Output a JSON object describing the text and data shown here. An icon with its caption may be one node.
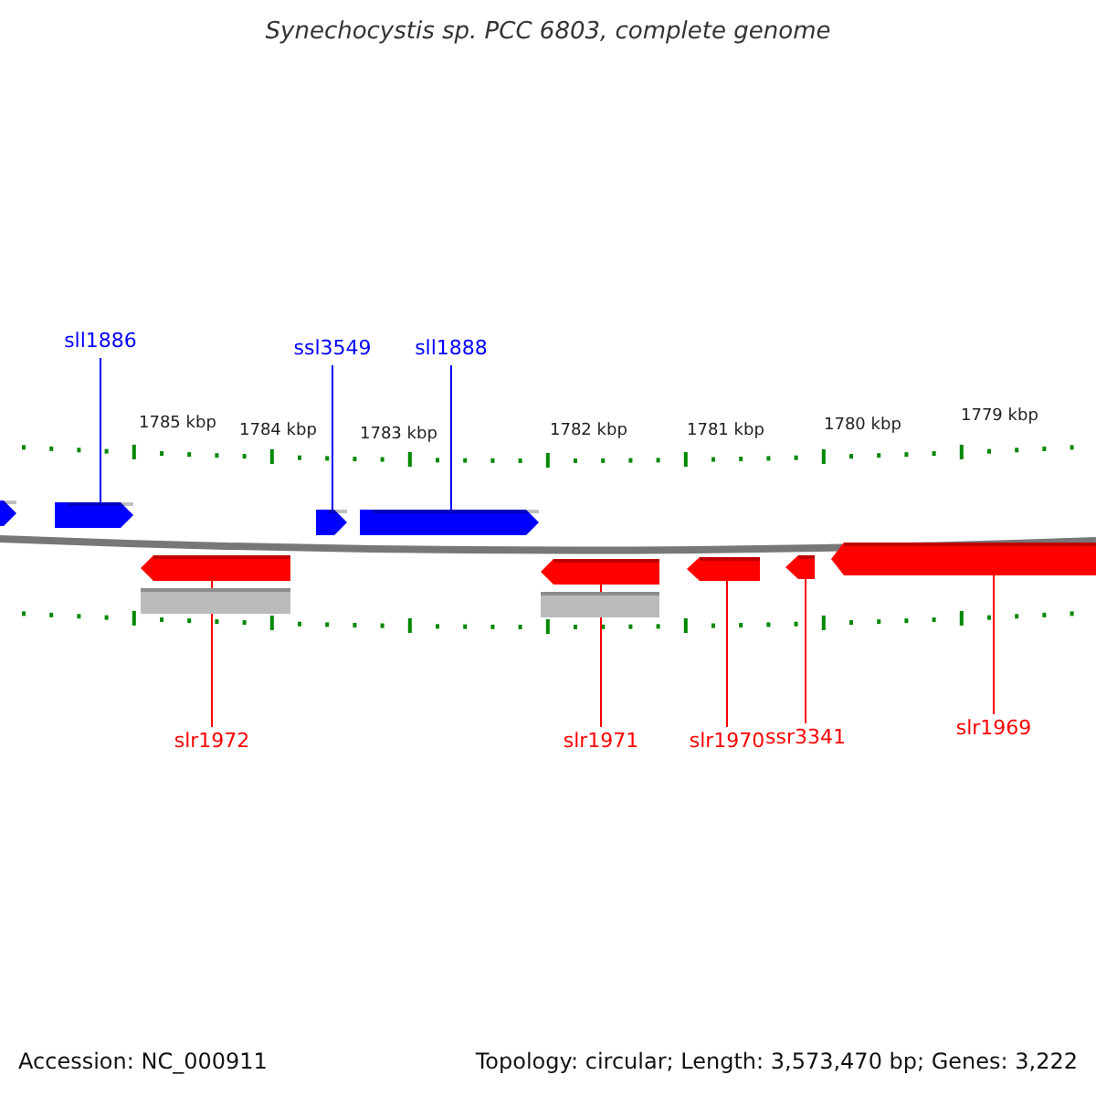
{
  "diagram": {
    "title": "Synechocystis sp. PCC 6803, complete genome",
    "nodes": [
      {
        "text": [
          "sll1886"
        ]
      },
      {
        "text": [
          "ssl3549"
        ]
      },
      {
        "text": [
          "sll1888"
        ]
      },
      {
        "text": [
          "slr1972"
        ]
      },
      {
        "text": [
          "slr1971"
        ]
      },
      {
        "text": [
          "slr1970"
        ]
      },
      {
        "text": [
          "ssr3341"
        ]
      },
      {
        "text": [
          "slr1969"
        ]
      },
      {
        "text": [],
        "shape": "box"
      },
      {
        "text": [],
        "shape": "box"
      },
      {
        "text": [],
        "shape": "box"
      },
      {
        "text": [],
        "shape": "box"
      },
      {
        "text": [],
        "shape": "box"
      },
      {
        "text": [],
        "shape": "bar"
      },
      {
        "text": [],
        "shape": "box"
      },
      {
        "text": [],
        "shape": "bar"
      },
      {
        "text": [],
        "shape": "box"
      },
      {
        "text": [],
        "shape": "box"
      },
      {
        "text": [],
        "shape": "box"
      }
    ],
    "edges": [
      {
        "from": 0,
        "to": 9,
        "arrow": "none",
        "color": "#0000ff"
      },
      {
        "from": 1,
        "to": 10,
        "arrow": "none",
        "color": "#0000ff"
      },
      {
        "from": 2,
        "to": 11,
        "arrow": "none",
        "color": "#0000ff"
      },
      {
        "from": 3,
        "to": 12,
        "arrow": "none"
      },
      {
        "from": 4,
        "to": 14,
        "arrow": "none"
      },
      {
        "from": 5,
        "to": 16,
        "arrow": "none"
      },
      {
        "from": 6,
        "to": 17,
        "arrow": "none"
      },
      {
        "from": 7,
        "to": 18,
        "arrow": "none"
      }
    ],
    "labels": [
      "1785 kbp",
      "1784 kbp",
      "1783 kbp",
      "1782 kbp",
      "1781 kbp",
      "1780 kbp",
      "1779 kbp",
      "Accession: NC_000911",
      "Topology: circular; Length: 3,573,470 bp; Genes: 3,222"
    ]
  }
}
